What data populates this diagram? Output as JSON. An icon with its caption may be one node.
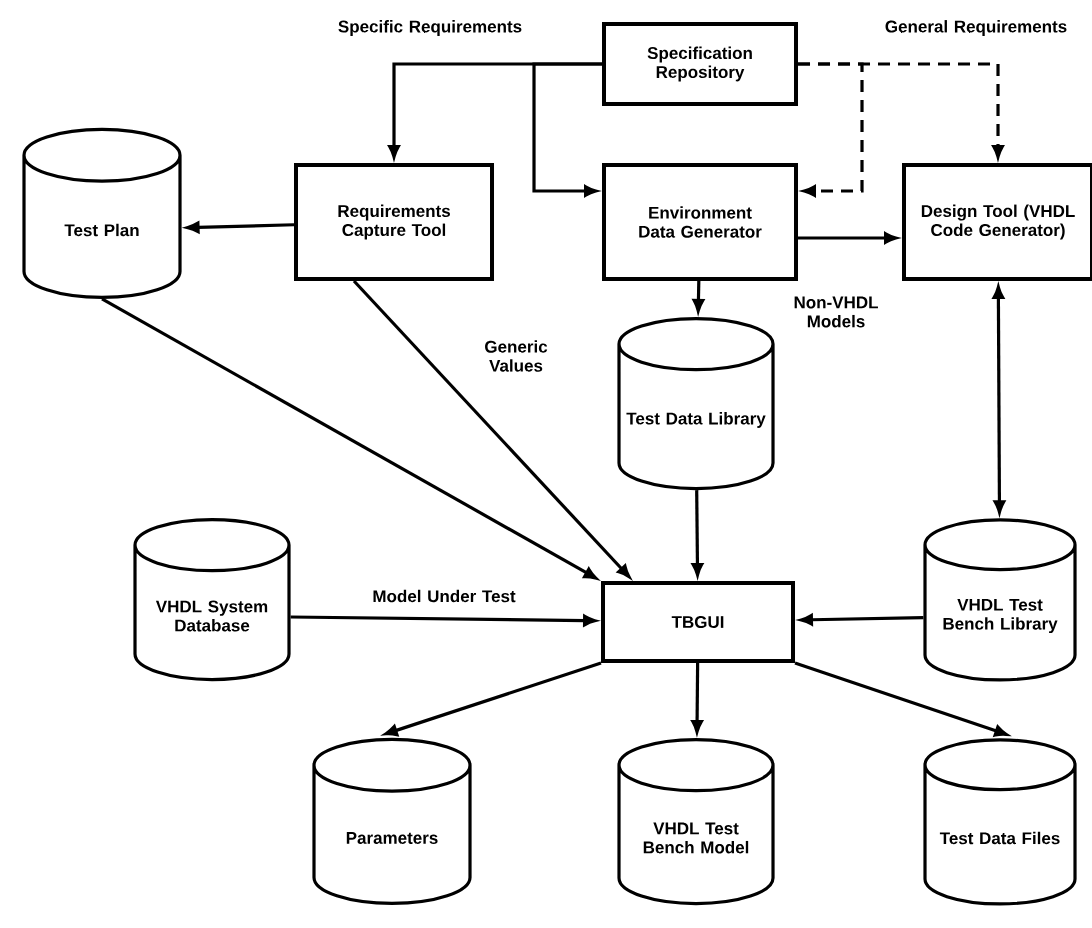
{
  "diagram": {
    "nodes": [
      {
        "text": [
          "Specification Repository"
        ]
      },
      {
        "text": [
          "Test Plan"
        ]
      },
      {
        "text": [
          "Requirements Capture Tool"
        ]
      },
      {
        "text": [
          "Environment Data Generator"
        ]
      },
      {
        "text": [
          "Design Tool (VHDL Code Generator)"
        ]
      },
      {
        "text": [
          "Test Data Library"
        ]
      },
      {
        "text": [
          "VHDL System Database"
        ]
      },
      {
        "text": [
          "TBGUI"
        ]
      },
      {
        "text": [
          "VHDL Test Bench Library"
        ]
      },
      {
        "text": [
          "Parameters"
        ]
      },
      {
        "text": [
          "VHDL Test Bench Model"
        ]
      },
      {
        "text": [
          "Test Data Files"
        ]
      }
    ],
    "edges": [
      {
        "from": 0,
        "to": 2,
        "arrow": "to",
        "label": "Specific Requirements"
      },
      {
        "from": 0,
        "to": 3,
        "arrow": "to"
      },
      {
        "from": 0,
        "to": 3,
        "arrow": "to",
        "style": "dashed"
      },
      {
        "from": 0,
        "to": 4,
        "arrow": "to",
        "style": "dashed",
        "label": "General Requirements"
      },
      {
        "from": 2,
        "to": 1,
        "arrow": "to"
      },
      {
        "from": 3,
        "to": 4,
        "arrow": "to",
        "label": "Non-VHDL Models"
      },
      {
        "from": 3,
        "to": 5,
        "arrow": "to"
      },
      {
        "from": 4,
        "to": 8,
        "arrow": "both"
      },
      {
        "from": 1,
        "to": 7,
        "arrow": "to"
      },
      {
        "from": 2,
        "to": 7,
        "arrow": "to",
        "label": "Generic Values"
      },
      {
        "from": 5,
        "to": 7,
        "arrow": "to"
      },
      {
        "from": 6,
        "to": 7,
        "arrow": "to",
        "label": "Model Under Test"
      },
      {
        "from": 8,
        "to": 7,
        "arrow": "to"
      },
      {
        "from": 7,
        "to": 9,
        "arrow": "to"
      },
      {
        "from": 7,
        "to": 10,
        "arrow": "to"
      },
      {
        "from": 7,
        "to": 11,
        "arrow": "to"
      }
    ]
  }
}
